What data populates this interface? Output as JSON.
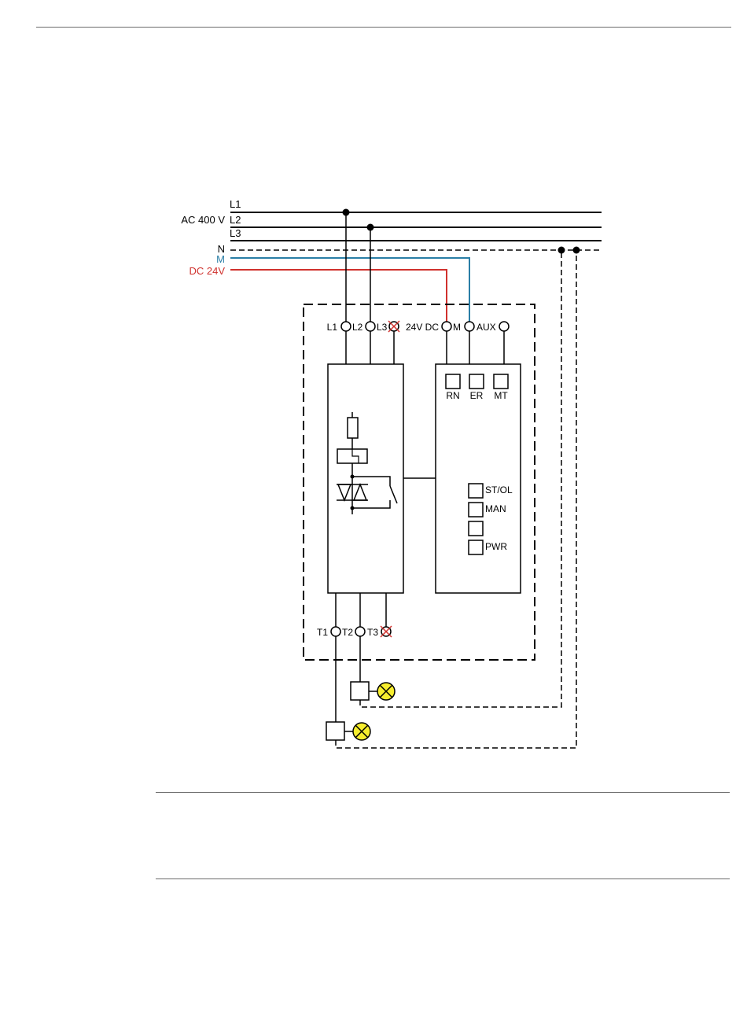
{
  "supply": {
    "voltage_label": "AC 400 V",
    "lines": {
      "l1": "L1",
      "l2": "L2",
      "l3": "L3",
      "n": "N",
      "m": "M",
      "dc": "DC 24V"
    }
  },
  "terminals": {
    "in_l1": "L1",
    "in_l2": "L2",
    "in_l3": "L3",
    "dc_label": "24V DC",
    "dc_m": "M",
    "aux": "AUX",
    "out_t1": "T1",
    "out_t2": "T2",
    "out_t3": "T3"
  },
  "control_module": {
    "leds_top": [
      "RN",
      "ER",
      "MT"
    ],
    "leds_side": [
      "ST/OL",
      "MAN",
      "",
      "PWR"
    ]
  },
  "colors": {
    "dc_line": "#d0312d",
    "m_line": "#2a7ea6",
    "lamp_fill": "#f7ee2e",
    "line": "#000000"
  },
  "icons": {
    "lamp": "lamp-icon",
    "unused_terminal": "crossed-terminal-icon"
  }
}
